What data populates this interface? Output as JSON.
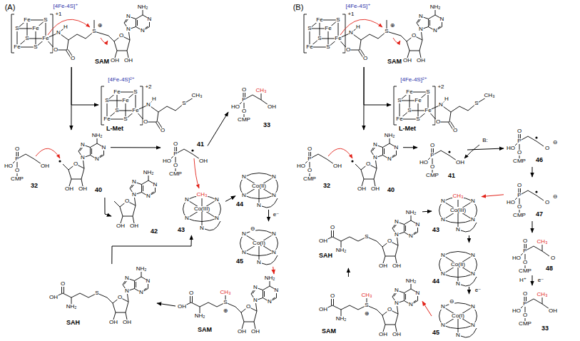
{
  "diagram": {
    "nodes": [
      {
        "text": [
          "SAM"
        ]
      },
      {
        "text": [
          "L-Met"
        ]
      },
      {
        "text": [
          "32"
        ]
      },
      {
        "text": [
          "40"
        ]
      },
      {
        "text": [
          "41"
        ]
      },
      {
        "text": [
          "33"
        ]
      },
      {
        "text": [
          "42"
        ]
      },
      {
        "text": [
          "43"
        ]
      },
      {
        "text": [
          "44"
        ]
      },
      {
        "text": [
          "45"
        ]
      },
      {
        "text": [
          "SAM"
        ]
      },
      {
        "text": [
          "SAH"
        ]
      },
      {
        "text": [
          "SAM"
        ]
      },
      {
        "text": [
          "L-Met"
        ]
      },
      {
        "text": [
          "32"
        ]
      },
      {
        "text": [
          "40"
        ]
      },
      {
        "text": [
          "41"
        ]
      },
      {
        "text": [
          "46"
        ]
      },
      {
        "text": [
          "47"
        ]
      },
      {
        "text": [
          "43"
        ]
      },
      {
        "text": [
          "44"
        ]
      },
      {
        "text": [
          "45"
        ]
      },
      {
        "text": [
          "48"
        ]
      },
      {
        "text": [
          "33"
        ]
      },
      {
        "text": [
          "SAH"
        ]
      },
      {
        "text": [
          "SAM"
        ]
      }
    ],
    "edges": [
      {
        "from": 0,
        "to": 1,
        "arrow": "to"
      },
      {
        "from": 0,
        "to": 3,
        "arrow": "to"
      },
      {
        "from": 3,
        "to": 4,
        "arrow": "to"
      },
      {
        "from": 3,
        "to": 6,
        "arrow": "to"
      },
      {
        "from": 4,
        "to": 5,
        "arrow": "to"
      },
      {
        "from": 7,
        "to": 8,
        "arrow": "to"
      },
      {
        "from": 8,
        "to": 9,
        "arrow": "to"
      },
      {
        "from": 9,
        "to": 10,
        "arrow": "to"
      },
      {
        "from": 10,
        "to": 11,
        "arrow": "to"
      },
      {
        "from": 11,
        "to": 7,
        "arrow": "to"
      },
      {
        "from": 12,
        "to": 13,
        "arrow": "to"
      },
      {
        "from": 12,
        "to": 15,
        "arrow": "to"
      },
      {
        "from": 15,
        "to": 16,
        "arrow": "to"
      },
      {
        "from": 16,
        "to": 17,
        "arrow": "to"
      },
      {
        "from": 17,
        "to": 18,
        "arrow": "to"
      },
      {
        "from": 18,
        "to": 19,
        "arrow": "to"
      },
      {
        "from": 18,
        "to": 22,
        "arrow": "to"
      },
      {
        "from": 19,
        "to": 20,
        "arrow": "to"
      },
      {
        "from": 20,
        "to": 21,
        "arrow": "to"
      },
      {
        "from": 21,
        "to": 25,
        "arrow": "to"
      },
      {
        "from": 25,
        "to": 24,
        "arrow": "to"
      },
      {
        "from": 24,
        "to": 19,
        "arrow": "to"
      },
      {
        "from": 22,
        "to": 23,
        "arrow": "to"
      }
    ],
    "labels": [
      "(A)",
      "[4Fe-4S]⁺",
      "+1",
      "S",
      "Fe",
      "S",
      "Fe",
      "Fe",
      "S",
      "Fe",
      "S",
      "N",
      "H",
      "O",
      "O",
      "S",
      "⊕",
      "NH₂",
      "N",
      "N",
      "N",
      "N",
      "O",
      "OH",
      "OH",
      "[4Fe-4S]²⁺",
      "+2",
      "S",
      "Fe",
      "S",
      "Fe",
      "Fe",
      "S",
      "Fe",
      "S",
      "N",
      "H",
      "O",
      "O",
      "S",
      "CH₃",
      "O",
      "P",
      "HO",
      "O",
      "CMP",
      "OH",
      "NH₂",
      "N",
      "N",
      "N",
      "N",
      "O",
      "OH",
      "OH",
      "O",
      "P",
      "HO",
      "O",
      "CMP",
      "OH",
      "O",
      "P",
      "HO",
      "O",
      "CMP",
      "OH",
      "CH₃",
      "NH₂",
      "N",
      "N",
      "N",
      "N",
      "O",
      "OH",
      "OH",
      "N",
      "N",
      "N",
      "N",
      "Co(III)",
      "N",
      "CH₃",
      "N",
      "N",
      "N",
      "N",
      "Co(II)",
      "N",
      "e⁻",
      "N",
      "N",
      "N",
      "N",
      "Co(I)",
      "N",
      "⊖",
      "NH₂",
      "N",
      "N",
      "N",
      "N",
      "O",
      "OH",
      "OH",
      "S",
      "⊕",
      "CH₃",
      "NH₂",
      "O",
      "OH",
      "NH₂",
      "N",
      "N",
      "N",
      "N",
      "O",
      "OH",
      "OH",
      "S",
      "NH₂",
      "O",
      "OH",
      "(B)",
      "[4Fe-4S]⁺",
      "+1",
      "S",
      "Fe",
      "S",
      "Fe",
      "Fe",
      "S",
      "Fe",
      "S",
      "N",
      "H",
      "O",
      "O",
      "S",
      "⊕",
      "NH₂",
      "N",
      "N",
      "N",
      "N",
      "O",
      "OH",
      "OH",
      "[4Fe-4S]²⁺",
      "+2",
      "S",
      "Fe",
      "S",
      "Fe",
      "Fe",
      "S",
      "Fe",
      "S",
      "N",
      "H",
      "O",
      "O",
      "S",
      "CH₃",
      "O",
      "P",
      "HO",
      "O",
      "CMP",
      "OH",
      "NH₂",
      "N",
      "N",
      "N",
      "N",
      "O",
      "OH",
      "OH",
      "O",
      "P",
      "HO",
      "O",
      "CMP",
      "OH",
      "B:",
      "O",
      "P",
      "HO",
      "O",
      "CMP",
      "O",
      "⊖",
      "O",
      "P",
      "HO",
      "O",
      "CMP",
      "O",
      "⊖",
      "N",
      "N",
      "N",
      "N",
      "Co(III)",
      "N",
      "CH₃",
      "N",
      "N",
      "N",
      "N",
      "Co(II)",
      "N",
      "e⁻",
      "N",
      "N",
      "N",
      "N",
      "Co(I)",
      "N",
      "⊖",
      "O",
      "P",
      "HO",
      "O",
      "CMP",
      "CH₃",
      "O",
      "H⁺",
      "e⁻",
      "O",
      "P",
      "HO",
      "O",
      "CMP",
      "OH",
      "CH₃",
      "NH₂",
      "N",
      "N",
      "N",
      "N",
      "O",
      "OH",
      "OH",
      "S",
      "NH₂",
      "O",
      "OH",
      "NH₂",
      "N",
      "N",
      "N",
      "N",
      "O",
      "OH",
      "OH",
      "S",
      "⊕",
      "CH₃",
      "NH₂",
      "O",
      "OH"
    ]
  }
}
